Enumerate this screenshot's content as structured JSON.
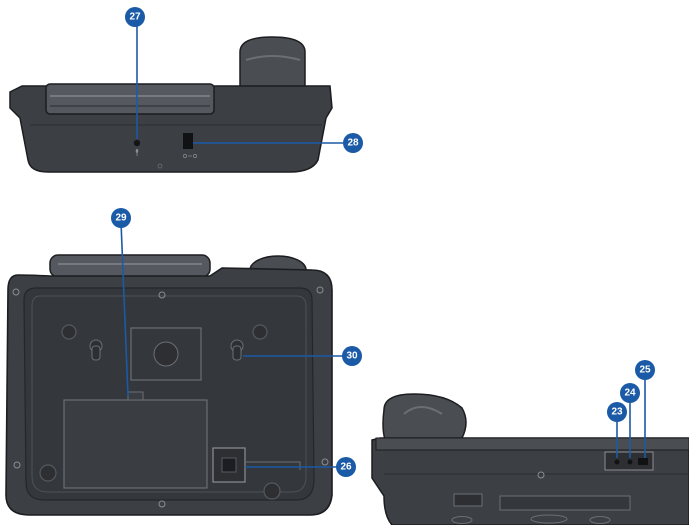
{
  "colors": {
    "callout_fill": "#1b5aa6",
    "device_dark": "#3c3f44",
    "device_mid": "#55595f",
    "device_light": "#8a8e94",
    "outline": "#1c1d20"
  },
  "callouts": [
    {
      "id": "c27",
      "label": "27"
    },
    {
      "id": "c28",
      "label": "28"
    },
    {
      "id": "c29",
      "label": "29"
    },
    {
      "id": "c30",
      "label": "30"
    },
    {
      "id": "c26",
      "label": "26"
    },
    {
      "id": "c23",
      "label": "23"
    },
    {
      "id": "c24",
      "label": "24"
    },
    {
      "id": "c25",
      "label": "25"
    }
  ],
  "icons": {
    "mic_port": "microphone-icon",
    "dc_port": "dc-power-icon"
  }
}
